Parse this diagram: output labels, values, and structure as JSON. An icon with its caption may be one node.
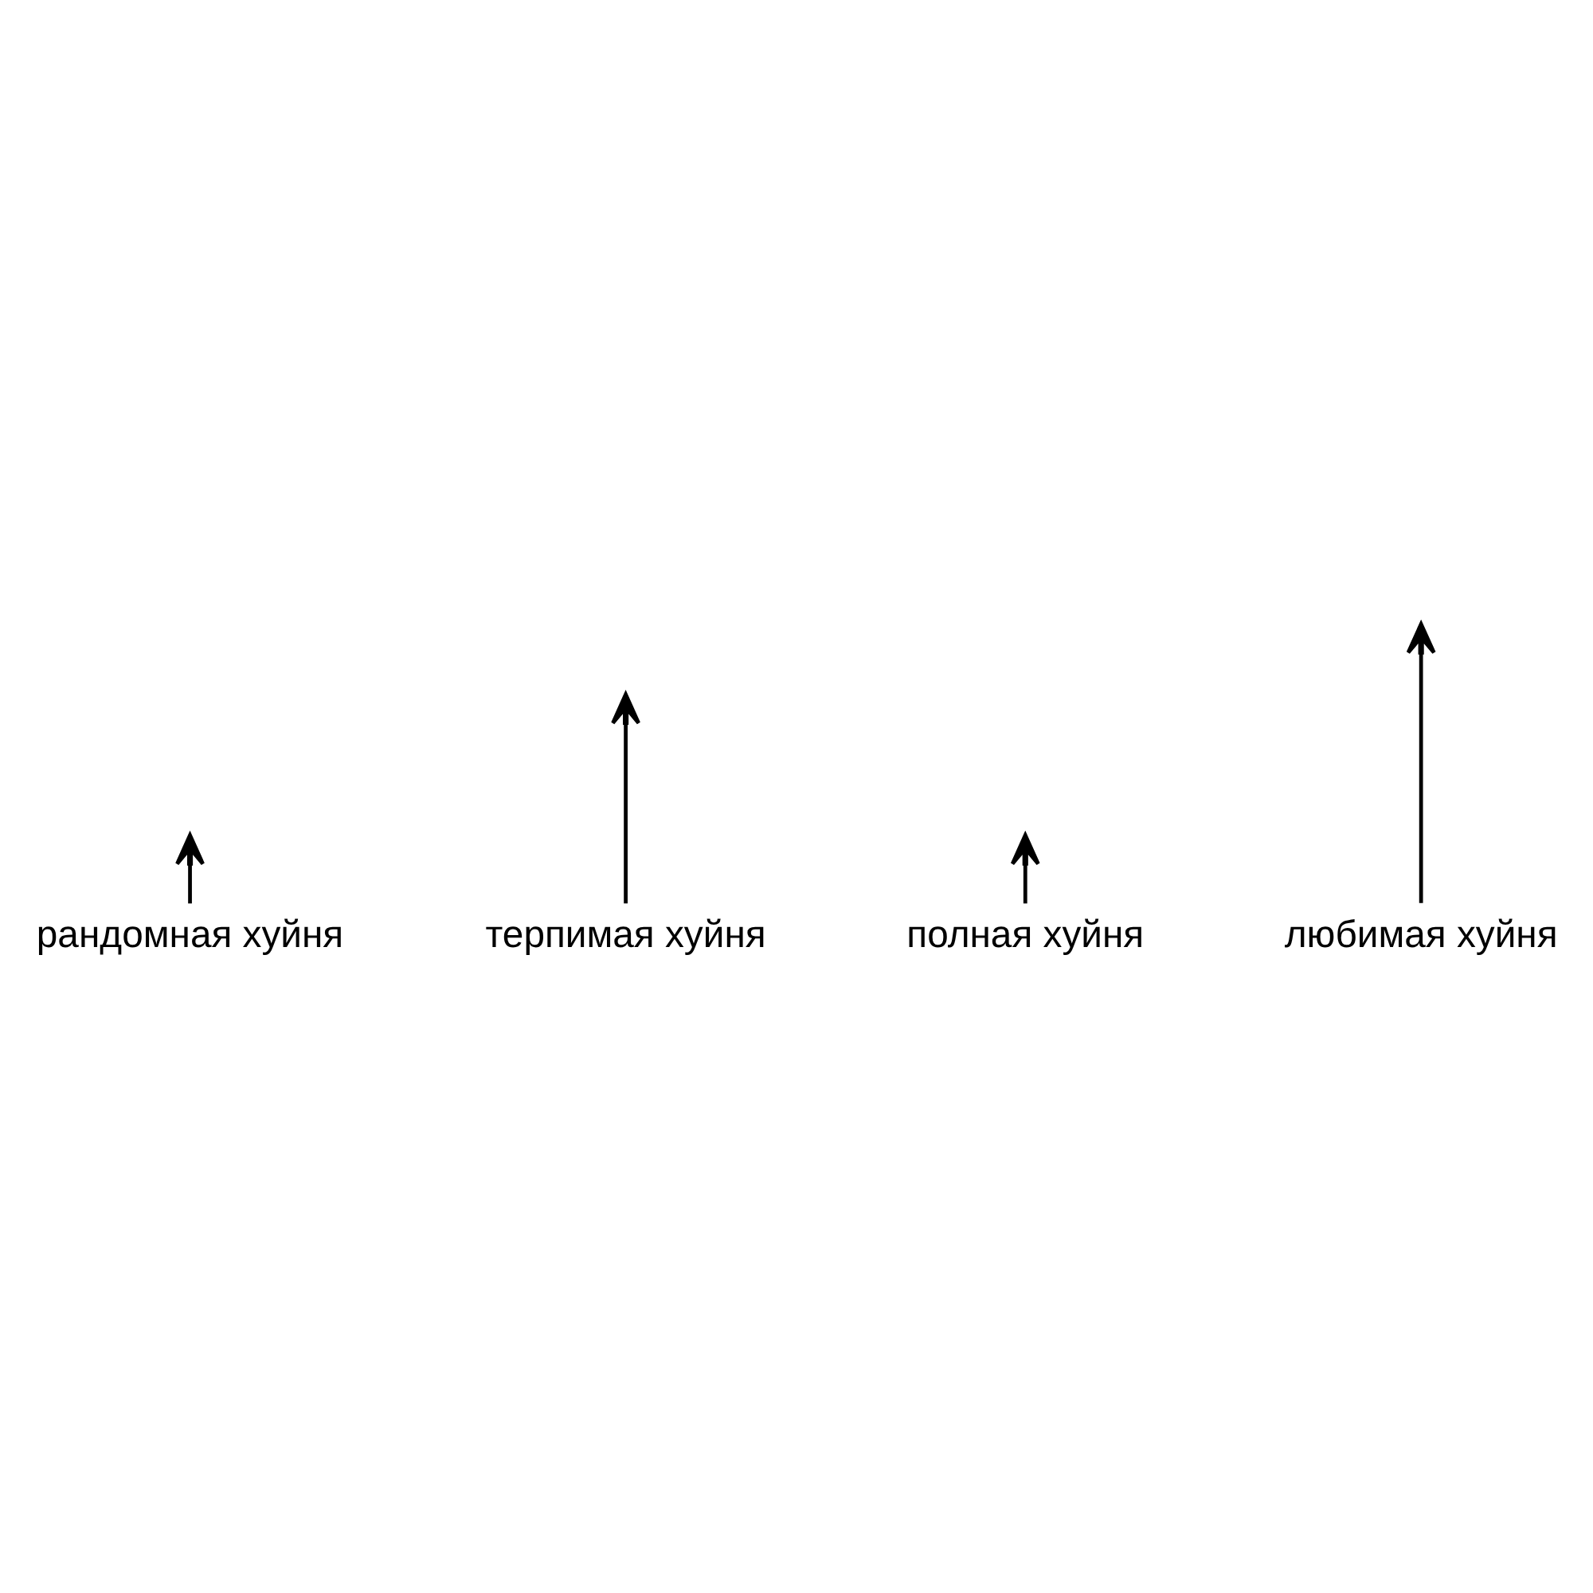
{
  "diagram": {
    "nodes": [
      {
        "text": [
          "рандомная хуйня"
        ]
      },
      {
        "text": [
          "терпимая хуйня"
        ]
      },
      {
        "text": [
          "полная хуйня"
        ]
      },
      {
        "text": [
          "любимая хуйня"
        ]
      }
    ],
    "edges": [
      {
        "from": 0,
        "to": null,
        "arrow": "to"
      },
      {
        "from": 1,
        "to": null,
        "arrow": "to"
      },
      {
        "from": 2,
        "to": null,
        "arrow": "to"
      },
      {
        "from": 3,
        "to": null,
        "arrow": "to"
      }
    ]
  }
}
